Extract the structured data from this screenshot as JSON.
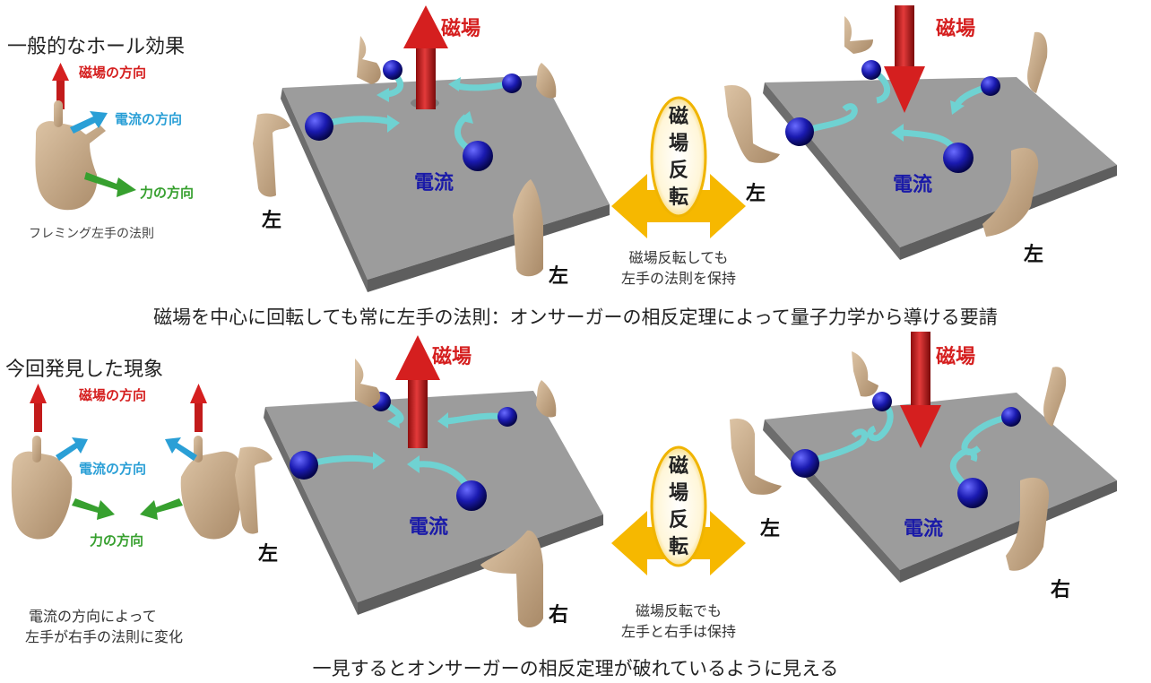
{
  "top": {
    "section_title": "一般的なホール効果",
    "legend": {
      "field_direction": "磁場の方向",
      "current_direction": "電流の方向",
      "force_direction": "力の方向",
      "rule_name": "フレミング左手の法則"
    },
    "panel_left": {
      "field_label": "磁場",
      "current_label": "電流",
      "hand_labels": [
        "左",
        "左"
      ]
    },
    "panel_right": {
      "field_label": "磁場",
      "current_label": "電流",
      "hand_labels": [
        "左",
        "左"
      ]
    },
    "reversal": {
      "oval_chars": [
        "磁",
        "場",
        "反",
        "転"
      ],
      "note_line1": "磁場反転しても",
      "note_line2": "左手の法則を保持"
    },
    "caption": "磁場を中心に回転しても常に左手の法則：オンサーガーの相反定理によって量子力学から導ける要請"
  },
  "bottom": {
    "section_title": "今回発見した現象",
    "legend": {
      "field_direction": "磁場の方向",
      "current_direction": "電流の方向",
      "force_direction": "力の方向",
      "note_line1": "電流の方向によって",
      "note_line2": "左手が右手の法則に変化"
    },
    "panel_left": {
      "field_label": "磁場",
      "current_label": "電流",
      "hand_labels": [
        "左",
        "右"
      ]
    },
    "panel_right": {
      "field_label": "磁場",
      "current_label": "電流",
      "hand_labels": [
        "左",
        "右"
      ]
    },
    "reversal": {
      "oval_chars": [
        "磁",
        "場",
        "反",
        "転"
      ],
      "note_line1": "磁場反転でも",
      "note_line2": "左手と右手は保持"
    },
    "caption": "一見するとオンサーガーの相反定理が破れているように見える"
  },
  "colors": {
    "field_red": "#d51f1f",
    "current_cyan": "#2a9fd6",
    "force_green": "#37a02f",
    "electron_blue": "#1a1aa8",
    "plate_gray": "#8a8a8a",
    "reversal_yellow": "#f6b800",
    "hand_tan": "#c8ab8a"
  },
  "icons": [
    "hand-icon",
    "field-arrow-icon",
    "electron-icon",
    "current-path-icon",
    "double-arrow-icon"
  ]
}
